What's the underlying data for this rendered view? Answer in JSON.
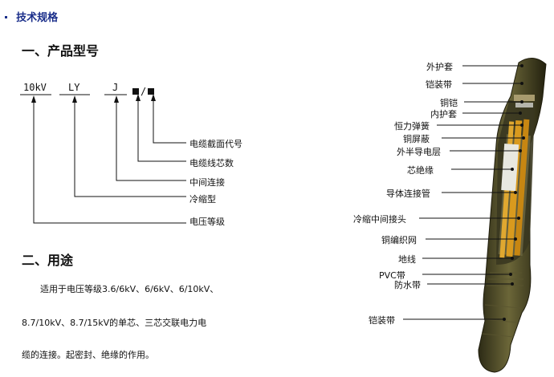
{
  "section": {
    "title": "技术规格"
  },
  "model": {
    "heading": "一、产品型号",
    "codes": [
      "10kV",
      "LY",
      "J",
      "■/■"
    ],
    "labels": [
      "电缆截面代号",
      "电缆线芯数",
      "中间连接",
      "冷缩型",
      "电压等级"
    ]
  },
  "usage": {
    "heading": "二、用途",
    "lines": [
      "适用于电压等级3.6/6kV、6/6kV、6/10kV、",
      "8.7/10kV、8.7/15kV的单芯、三芯交联电力电",
      "缆的连接。起密封、绝缘的作用。"
    ]
  },
  "diagram": {
    "labels": [
      "外护套",
      "铠装带",
      "铜铠",
      "内护套",
      "恒力弹簧",
      "铜屏蔽",
      "外半导电层",
      "芯绝缘",
      "导体连接管",
      "冷缩中间接头",
      "铜编织网",
      "地线",
      "PVC带",
      "防水带",
      "铠装带"
    ]
  }
}
